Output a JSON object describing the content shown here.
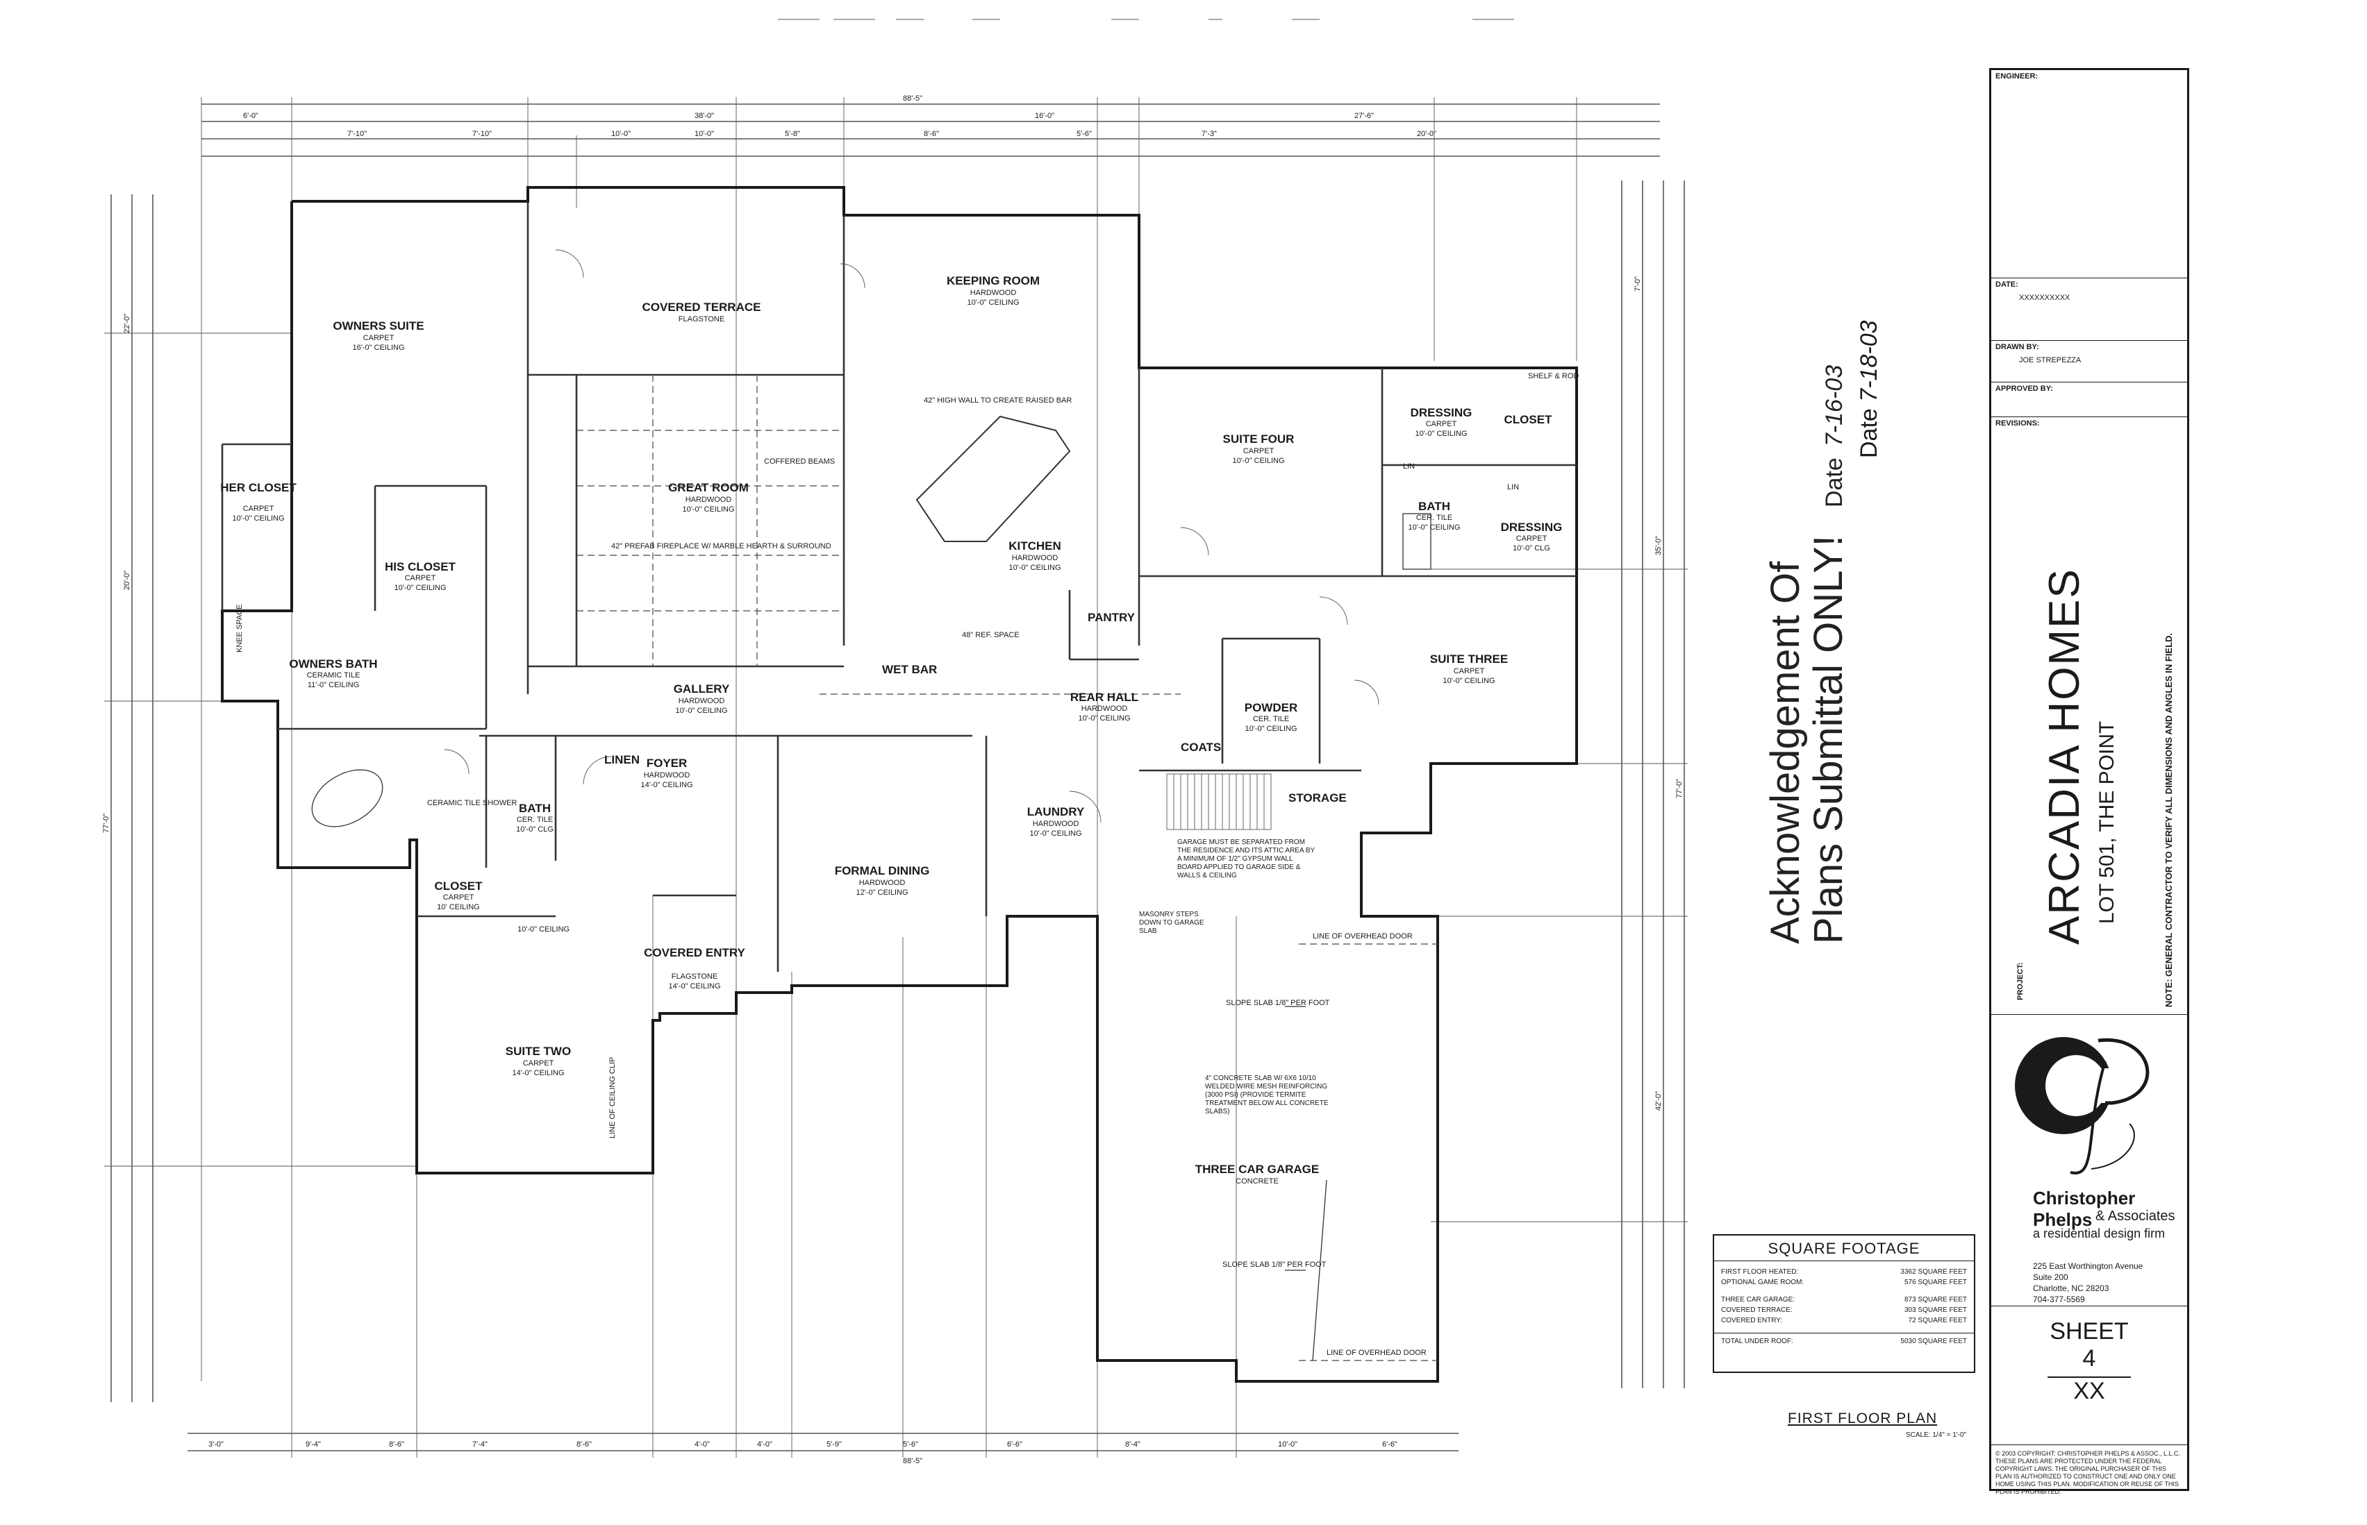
{
  "title_block": {
    "engineer_label": "ENGINEER:",
    "date_label": "DATE:",
    "date_value": "XXXXXXXXXX",
    "drawn_by_label": "DRAWN BY:",
    "drawn_by_value": "JOE STREPEZZA",
    "approved_by_label": "APPROVED BY:",
    "revisions_label": "REVISIONS:",
    "project_label": "PROJECT:",
    "project_name": "ARCADIA HOMES",
    "project_lot": "LOT 501, THE POINT",
    "note": "NOTE: GENERAL CONTRACTOR TO VERIFY ALL DIMENSIONS AND ANGLES IN FIELD.",
    "firm_name": "Christopher Phelps",
    "firm_assoc": "& Associates",
    "firm_tagline": "a residential design firm",
    "address_1": "225 East Worthington Avenue",
    "address_2": "Suite 200",
    "address_3": "Charlotte, NC 28203",
    "phone": "704-377-5569",
    "sheet_label": "SHEET",
    "sheet_number": "4",
    "sheet_of": "XX",
    "copyright": "© 2003 COPYRIGHT: CHRISTOPHER PHELPS & ASSOC., L.L.C. THESE PLANS ARE PROTECTED UNDER THE FEDERAL COPYRIGHT LAWS. THE ORIGINAL PURCHASER OF THIS PLAN IS AUTHORIZED TO CONSTRUCT ONE AND ONLY ONE HOME USING THIS PLAN. MODIFICATION OR REUSE OF THIS PLAN IS PROHIBITED."
  },
  "square_footage": {
    "title": "SQUARE FOOTAGE",
    "rows": [
      {
        "label": "FIRST FLOOR HEATED:",
        "value": "3362 SQUARE FEET"
      },
      {
        "label": "OPTIONAL GAME ROOM:",
        "value": "576 SQUARE FEET"
      },
      {
        "label": "THREE CAR GARAGE:",
        "value": "873 SQUARE FEET"
      },
      {
        "label": "COVERED TERRACE:",
        "value": "303 SQUARE FEET"
      },
      {
        "label": "COVERED ENTRY:",
        "value": "72 SQUARE FEET"
      },
      {
        "label": "TOTAL UNDER ROOF:",
        "value": "5030 SQUARE FEET"
      }
    ]
  },
  "acknowledgement": {
    "line1": "Acknowledgement Of",
    "line2": "Plans Submittal ONLY!",
    "date_label_1": "Date",
    "date_value_1": "7-16-03",
    "date_label_2": "Date",
    "date_value_2": "7-18-03"
  },
  "plan_title": "FIRST FLOOR PLAN",
  "scale_note": "SCALE: 1/4\" = 1'-0\"",
  "rooms": [
    {
      "name": "OWNERS SUITE",
      "floor": "CARPET",
      "ceiling": "16'-0\" CEILING"
    },
    {
      "name": "COVERED TERRACE",
      "floor": "FLAGSTONE",
      "ceiling": ""
    },
    {
      "name": "KEEPING ROOM",
      "floor": "HARDWOOD",
      "ceiling": "10'-0\" CEILING"
    },
    {
      "name": "GREAT ROOM",
      "floor": "HARDWOOD",
      "ceiling": "10'-0\" CEILING"
    },
    {
      "name": "KITCHEN",
      "floor": "HARDWOOD",
      "ceiling": "10'-0\" CEILING"
    },
    {
      "name": "HER CLOSET",
      "floor": "CARPET",
      "ceiling": "10'-0\" CEILING"
    },
    {
      "name": "HIS CLOSET",
      "floor": "CARPET",
      "ceiling": "10'-0\" CEILING"
    },
    {
      "name": "OWNERS BATH",
      "floor": "CERAMIC TILE",
      "ceiling": "11'-0\" CEILING"
    },
    {
      "name": "GALLERY",
      "floor": "HARDWOOD",
      "ceiling": "10'-0\" CEILING"
    },
    {
      "name": "SUITE FOUR",
      "floor": "CARPET",
      "ceiling": "10'-0\" CEILING"
    },
    {
      "name": "DRESSING",
      "floor": "CARPET",
      "ceiling": "10'-0\" CEILING"
    },
    {
      "name": "CLOSET",
      "floor": "",
      "ceiling": ""
    },
    {
      "name": "BATH",
      "floor": "CER. TILE",
      "ceiling": "10'-0\" CEILING"
    },
    {
      "name": "DRESSING",
      "floor": "CARPET",
      "ceiling": "10'-0\" CLG"
    },
    {
      "name": "SUITE THREE",
      "floor": "CARPET",
      "ceiling": "10'-0\" CEILING"
    },
    {
      "name": "REAR HALL",
      "floor": "HARDWOOD",
      "ceiling": "10'-0\" CEILING"
    },
    {
      "name": "POWDER",
      "floor": "CER. TILE",
      "ceiling": "10'-0\" CEILING"
    },
    {
      "name": "PANTRY",
      "floor": "",
      "ceiling": ""
    },
    {
      "name": "FOYER",
      "floor": "HARDWOOD",
      "ceiling": "14'-0\" CEILING"
    },
    {
      "name": "FORMAL DINING",
      "floor": "HARDWOOD",
      "ceiling": "12'-0\" CEILING"
    },
    {
      "name": "LAUNDRY",
      "floor": "HARDWOOD",
      "ceiling": "10'-0\" CEILING"
    },
    {
      "name": "BATH",
      "floor": "CER. TILE",
      "ceiling": "10'-0\" CLG"
    },
    {
      "name": "CLOSET",
      "floor": "CARPET",
      "ceiling": "10' CEILING"
    },
    {
      "name": "COVERED ENTRY",
      "floor": "FLAGSTONE",
      "ceiling": "14'-0\" CEILING"
    },
    {
      "name": "SUITE TWO",
      "floor": "CARPET",
      "ceiling": "14'-0\" CEILING"
    },
    {
      "name": "THREE CAR GARAGE",
      "floor": "CONCRETE",
      "ceiling": ""
    }
  ],
  "labels": {
    "linen": "LINEN",
    "coats": "COATS",
    "storage": "STORAGE",
    "wet_bar": "WET BAR",
    "lin1": "LIN",
    "lin2": "LIN",
    "shelf_rod": "SHELF & ROD",
    "coffered": "COFFERED BEAMS",
    "raised_bar": "42\" HIGH WALL TO CREATE RAISED BAR",
    "fireplace": "42\" PREFAB FIREPLACE W/ MARBLE HEARTH & SURROUND",
    "ref_space": "48\" REF. SPACE",
    "knee_space": "KNEE SPACE",
    "ceramic_shower": "CERAMIC TILE SHOWER",
    "clg_ten": "10'-0\" CEILING",
    "ceiling_clip": "LINE OF CEILING CLIP",
    "garage_note": "GARAGE MUST BE SEPARATED FROM THE RESIDENCE AND ITS ATTIC AREA BY A MINIMUM OF 1/2\" GYPSUM WALL BOARD APPLIED TO GARAGE SIDE & WALLS & CEILING",
    "masonry_steps": "MASONRY STEPS DOWN TO GARAGE SLAB",
    "overhead_door_1": "LINE OF OVERHEAD DOOR",
    "overhead_door_2": "LINE OF OVERHEAD DOOR",
    "slope_1": "SLOPE SLAB 1/8\" PER FOOT",
    "slope_2": "SLOPE SLAB 1/8\" PER FOOT",
    "slab_note": "4\" CONCRETE SLAB W/ 6X6 10/10 WELDED WIRE MESH REINFORCING (3000 PSI) (PROVIDE TERMITE TREATMENT BELOW ALL CONCRETE SLABS)"
  },
  "dimensions": {
    "overall_top": "88'-5\"",
    "overall_bottom": "88'-5\"",
    "top_row": [
      "6'-0\"",
      "38'-0\"",
      "16'-0\"",
      "27'-6\""
    ],
    "top_detail": [
      "7'-10\"",
      "7'-10\"",
      "10'-0\"",
      "10'-0\"",
      "5'-8\"",
      "8'-6\"",
      "5'-6\"",
      "7'-3\"",
      "20'-0\""
    ],
    "bottom_row": [
      "3'-0\"",
      "9'-4\"",
      "8'-6\"",
      "7'-4\"",
      "8'-6\"",
      "4'-0\"",
      "4'-0\"",
      "5'-9\"",
      "5'-6\"",
      "6'-6\"",
      "8'-4\"",
      "10'-0\"",
      "6'-6\""
    ],
    "left_col": [
      "22'-0\"",
      "20'-0\"",
      "77'-0\""
    ],
    "right_col": [
      "7'-0\"",
      "35'-0\"",
      "42'-0\"",
      "77'-0\""
    ]
  }
}
